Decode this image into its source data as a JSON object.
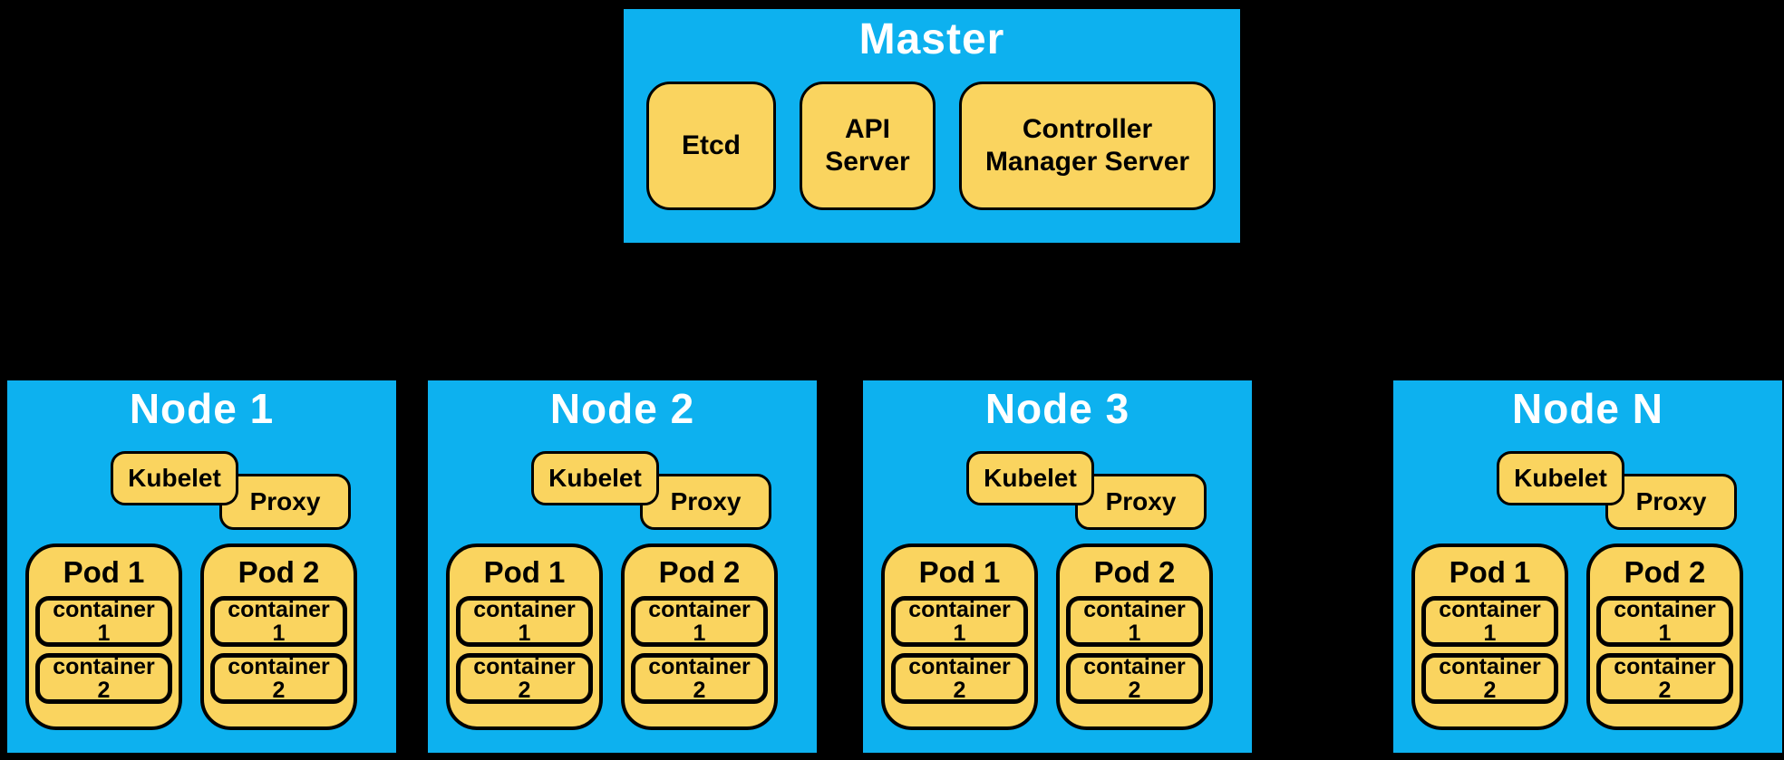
{
  "colors": {
    "background": "#000000",
    "panel_blue": "#0db1ef",
    "box_yellow": "#fad45f",
    "border_black": "#000000",
    "title_white": "#ffffff"
  },
  "master": {
    "title": "Master",
    "components": [
      "Etcd",
      "API Server",
      "Controller Manager Server"
    ]
  },
  "nodes": [
    {
      "title": "Node 1",
      "kubelet": "Kubelet",
      "proxy": "Proxy",
      "pods": [
        {
          "title": "Pod 1",
          "containers": [
            "container 1",
            "container 2"
          ]
        },
        {
          "title": "Pod 2",
          "containers": [
            "container 1",
            "container 2"
          ]
        }
      ]
    },
    {
      "title": "Node 2",
      "kubelet": "Kubelet",
      "proxy": "Proxy",
      "pods": [
        {
          "title": "Pod 1",
          "containers": [
            "container 1",
            "container 2"
          ]
        },
        {
          "title": "Pod 2",
          "containers": [
            "container 1",
            "container 2"
          ]
        }
      ]
    },
    {
      "title": "Node 3",
      "kubelet": "Kubelet",
      "proxy": "Proxy",
      "pods": [
        {
          "title": "Pod 1",
          "containers": [
            "container 1",
            "container 2"
          ]
        },
        {
          "title": "Pod 2",
          "containers": [
            "container 1",
            "container 2"
          ]
        }
      ]
    },
    {
      "title": "Node N",
      "kubelet": "Kubelet",
      "proxy": "Proxy",
      "pods": [
        {
          "title": "Pod 1",
          "containers": [
            "container 1",
            "container 2"
          ]
        },
        {
          "title": "Pod 2",
          "containers": [
            "container 1",
            "container 2"
          ]
        }
      ]
    }
  ]
}
